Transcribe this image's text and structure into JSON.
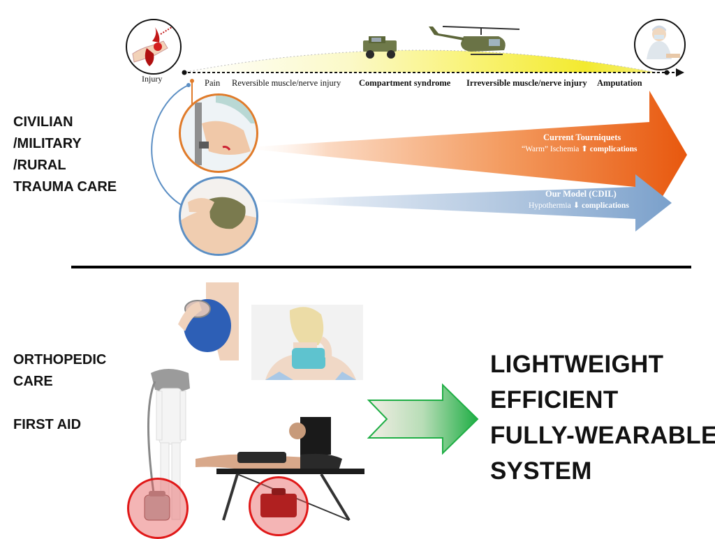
{
  "top_section": {
    "side_label_lines": [
      "CIVILIAN",
      "/MILITARY",
      "/RURAL",
      "TRAUMA CARE"
    ],
    "injury_label": "Injury",
    "timeline_labels": [
      {
        "text": "Pain",
        "bold": false
      },
      {
        "text": "Reversible muscle/nerve injury",
        "bold": false
      },
      {
        "text": "Compartment syndrome",
        "bold": true
      },
      {
        "text": "Irreversible muscle/nerve injury",
        "bold": true
      },
      {
        "text": "Amputation",
        "bold": true
      }
    ],
    "current_arrow": {
      "title": "Current Tourniquets",
      "subtitle_prefix": "“Warm” Ischemia",
      "subtitle_suffix": "complications",
      "color": "#e8641c"
    },
    "model_arrow": {
      "title": "Our Model (CDIL)",
      "subtitle_prefix": "Hypothermia",
      "subtitle_suffix": "complications",
      "color": "#7ea3cc"
    },
    "icons": [
      "bleeding-wound-icon",
      "military-truck-icon",
      "helicopter-icon",
      "surgeon-icon"
    ]
  },
  "bottom_section": {
    "side_label_lines": [
      "ORTHOPEDIC",
      "CARE",
      "",
      "FIRST AID"
    ],
    "result_lines": [
      "LIGHTWEIGHT",
      "EFFICIENT",
      "FULLY-WEARABLE",
      "SYSTEM"
    ],
    "arrow_color": "#2db34a"
  }
}
